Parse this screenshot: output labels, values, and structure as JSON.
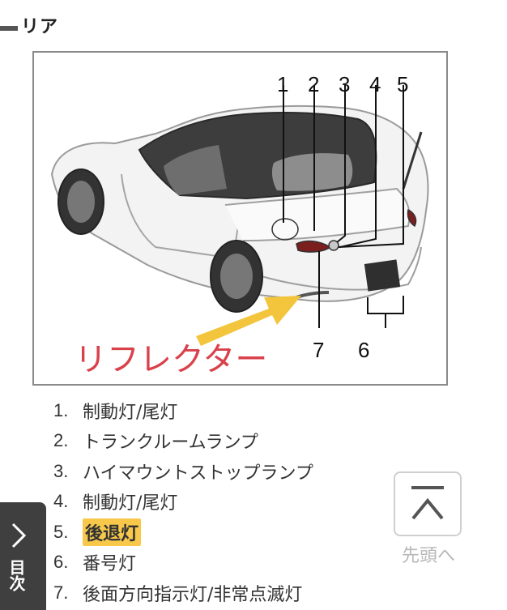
{
  "section": {
    "title": "リア"
  },
  "figure": {
    "callouts": [
      "1",
      "2",
      "3",
      "4",
      "5",
      "6",
      "7"
    ],
    "annotation": "リフレクター"
  },
  "legend": [
    {
      "num": "1.",
      "label": "制動灯/尾灯",
      "highlight": false
    },
    {
      "num": "2.",
      "label": "トランクルームランプ",
      "highlight": false
    },
    {
      "num": "3.",
      "label": "ハイマウントストップランプ",
      "highlight": false
    },
    {
      "num": "4.",
      "label": "制動灯/尾灯",
      "highlight": false
    },
    {
      "num": "5.",
      "label": "後退灯",
      "highlight": true
    },
    {
      "num": "6.",
      "label": "番号灯",
      "highlight": false
    },
    {
      "num": "7.",
      "label": "後面方向指示灯/非常点滅灯",
      "highlight": false
    }
  ],
  "toc": {
    "label": "目次"
  },
  "back_to_top": {
    "label": "先頭へ"
  },
  "colors": {
    "highlight": "#f7c84a",
    "annotation": "#d9414b",
    "arrow": "#f2c53d",
    "tab": "#3f3f3f"
  }
}
